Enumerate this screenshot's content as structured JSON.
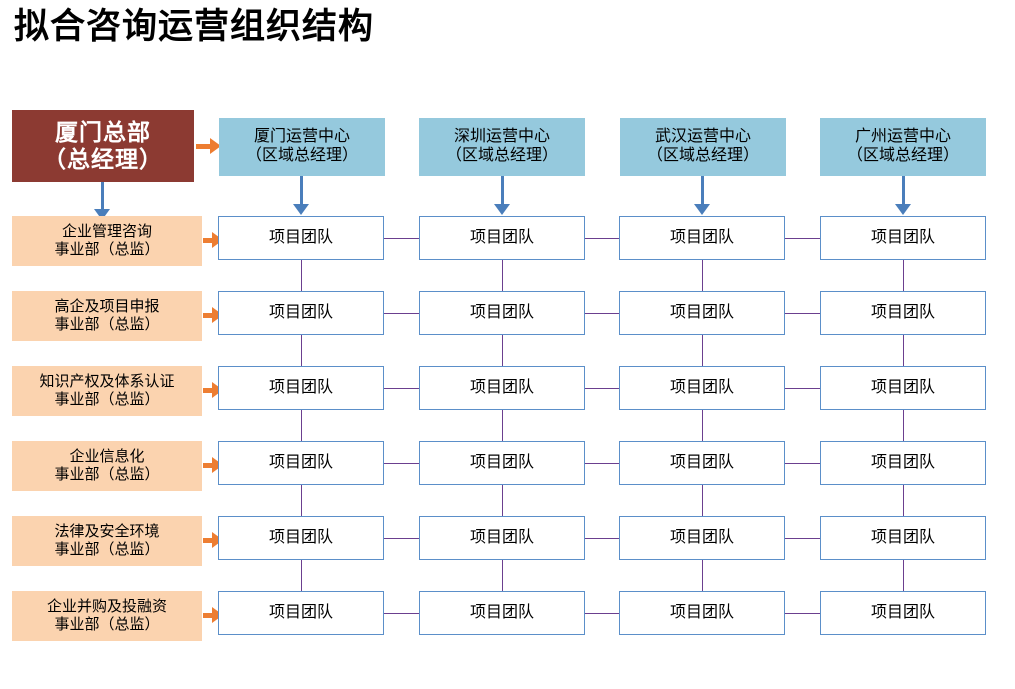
{
  "title": "拟合咨询运营组织结构",
  "headquarters": {
    "line1": "厦门总部",
    "line2": "（总经理）",
    "color": "#8C3A32",
    "text_color": "#FFFFFF"
  },
  "operation_centers": [
    {
      "name": "厦门运营中心",
      "role": "（区域总经理）"
    },
    {
      "name": "深圳运营中心",
      "role": "（区域总经理）"
    },
    {
      "name": "武汉运营中心",
      "role": "（区域总经理）"
    },
    {
      "name": "广州运营中心",
      "role": "（区域总经理）"
    }
  ],
  "departments": [
    {
      "line1": "企业管理咨询",
      "line2": "事业部（总监）"
    },
    {
      "line1": "高企及项目申报",
      "line2": "事业部（总监）"
    },
    {
      "line1": "知识产权及体系认证",
      "line2": "事业部（总监）"
    },
    {
      "line1": "企业信息化",
      "line2": "事业部（总监）"
    },
    {
      "line1": "法律及安全环境",
      "line2": "事业部（总监）"
    },
    {
      "line1": "企业并购及投融资",
      "line2": "事业部（总监）"
    }
  ],
  "team_label": "项目团队",
  "grid": {
    "rows": 6,
    "columns": 4,
    "cells": [
      [
        "项目团队",
        "项目团队",
        "项目团队",
        "项目团队"
      ],
      [
        "项目团队",
        "项目团队",
        "项目团队",
        "项目团队"
      ],
      [
        "项目团队",
        "项目团队",
        "项目团队",
        "项目团队"
      ],
      [
        "项目团队",
        "项目团队",
        "项目团队",
        "项目团队"
      ],
      [
        "项目团队",
        "项目团队",
        "项目团队",
        "项目团队"
      ],
      [
        "项目团队",
        "项目团队",
        "项目团队",
        "项目团队"
      ]
    ]
  },
  "colors": {
    "headquarters": "#8C3A32",
    "operation_center": "#95C9DD",
    "department": "#FBD3AF",
    "team_border": "#5B8FC9",
    "connector_blue": "#4A7EBB",
    "connector_purple": "#6B3F8F",
    "arrow_orange": "#ED7D31",
    "background": "#FFFFFF"
  }
}
